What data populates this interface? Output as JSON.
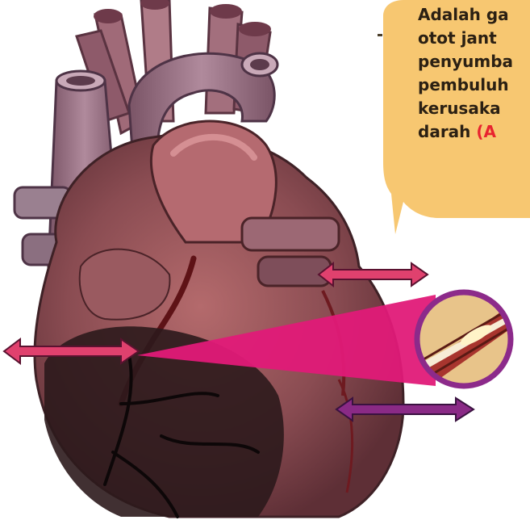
{
  "speech_bubble": {
    "lines": [
      "Adalah ga",
      "otot jant",
      "penyumba",
      "pembuluh",
      "kerusaka"
    ],
    "last_line_prefix": "darah ",
    "last_line_accent": "(A"
  },
  "colors": {
    "bubble_fill": "#f7c771",
    "callout_magenta": "#e01a78",
    "arrow_pink": "#e0416e",
    "arrow_purple": "#8a2a86",
    "magnifier_ring": "#8c2a8a",
    "heart_base": "#8a4c52",
    "infarct_zone": "#2c1a1c",
    "aorta": "#a07a8c",
    "accent_text": "#e8232f"
  },
  "icons": [
    "heart-illustration",
    "double-arrow-icon",
    "artery-plaque-magnifier-icon"
  ]
}
